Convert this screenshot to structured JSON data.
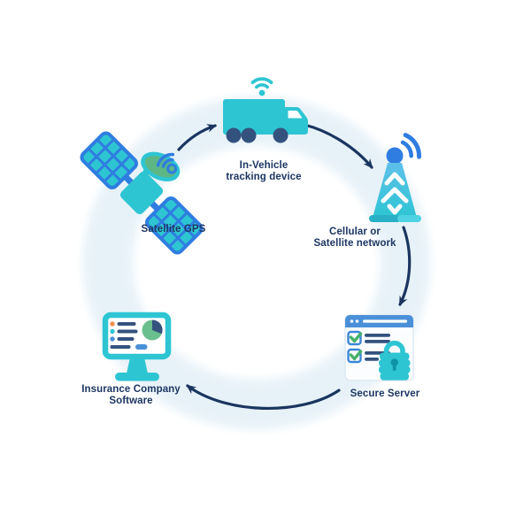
{
  "colors": {
    "teal": "#2ec5d3",
    "teal_dark": "#2ab0c6",
    "blue": "#2f7de1",
    "header_blue": "#4a90d9",
    "navy": "#1b3560",
    "slate": "#33527e",
    "green": "#5cb785",
    "pie_green": "#6abf8e",
    "check_green": "#47b26b",
    "orange": "#ef8f4d",
    "ring": "#e7f2f8",
    "keyhole": "#0f93a8",
    "text": "#1c3663",
    "white": "#ffffff"
  },
  "diagram": {
    "type": "cycle",
    "nodes": [
      {
        "id": "satellite-gps",
        "icon": "satellite-icon",
        "label_lines": [
          "Satellite GPS"
        ]
      },
      {
        "id": "in-vehicle-tracking-device",
        "icon": "truck-icon",
        "label_lines": [
          "In-Vehicle",
          "tracking device"
        ]
      },
      {
        "id": "cellular-or-satellite-network",
        "icon": "cell-tower-icon",
        "label_lines": [
          "Cellular or",
          "Satellite network"
        ]
      },
      {
        "id": "secure-server",
        "icon": "secure-browser-lock-icon",
        "label_lines": [
          "Secure Server"
        ]
      },
      {
        "id": "insurance-company-software",
        "icon": "monitor-dashboard-icon",
        "label_lines": [
          "Insurance Company",
          "Software"
        ]
      }
    ],
    "arrows": [
      {
        "from": "satellite-gps",
        "to": "in-vehicle-tracking-device"
      },
      {
        "from": "in-vehicle-tracking-device",
        "to": "cellular-or-satellite-network"
      },
      {
        "from": "cellular-or-satellite-network",
        "to": "secure-server"
      },
      {
        "from": "secure-server",
        "to": "insurance-company-software"
      }
    ]
  }
}
